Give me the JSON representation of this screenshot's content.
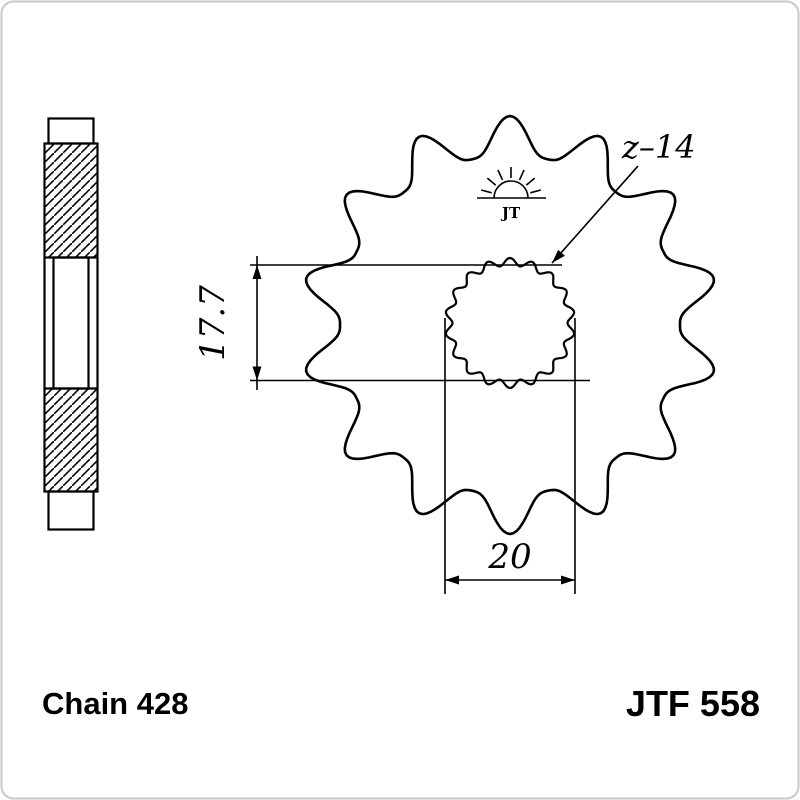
{
  "colors": {
    "background": "#ffffff",
    "frame_border": "#c8c8c8",
    "line": "#000000"
  },
  "drawing": {
    "dim_vertical": "17.7",
    "dim_horizontal": "20",
    "teeth_label": "z–14",
    "logo_text": "JT"
  },
  "footer": {
    "chain_label": "Chain 428",
    "part_number": "JTF 558"
  }
}
